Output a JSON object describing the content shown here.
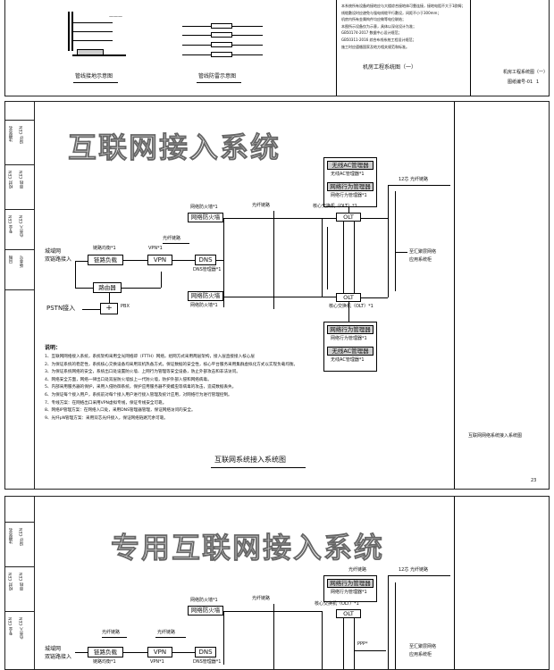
{
  "top_sheet": {
    "pipe_caption_1": "管线接地示意图",
    "pipe_caption_2": "管线防雷示意图",
    "mid_title": "机房工程系统图（一）",
    "right_label_1": "机房工程系统图（一）",
    "right_label_2": "图纸编号-01",
    "right_label_3": "1",
    "notes": [
      "本系统所有设备的接地应与大楼综合接地体可靠连接，接地电阻不大于1欧姆；",
      "线缆敷设时应避免与强电线缆平行敷设，间距不小于300mm；",
      "机房内所有金属构件均应做等电位联结；",
      "本图所示设备仅为示意，具体以深化设计为准；",
      "GB50174-2017 数据中心设计规范；",
      "GB50311-2016 综合布线系统工程设计规范；",
      "施工时应遵循国家及地方相关规范和标准。"
    ]
  },
  "sheet1": {
    "title_watermark": "互联网接入系统",
    "caption": "互联网系统接入系统图",
    "right_title": "互联网网络系统接入系统图",
    "sheet_no": "23",
    "boxes": {
      "router": "链路负载",
      "vpn": "VPN",
      "dns": "DNS",
      "fw_top": "网络防火墙",
      "fw_bottom": "网络防火墙",
      "switch": "路由器",
      "olt_top": "OLT",
      "olt_bottom": "OLT",
      "mgmt_top1": "无线AC管理器",
      "mgmt_top2": "网络行为管理器",
      "mgmt_bot1": "网络行为管理器",
      "mgmt_bot2": "无线AC管理器"
    },
    "labels": {
      "isp_in": "城域网\n双链路接入",
      "router_top": "链路均衡*1",
      "vpn_top": "VPN*1",
      "vpn_side": "光纤链路",
      "dns_bottom": "DNS管理器*1",
      "fw_top_label": "网络防火墙*1",
      "fw_bottom_label": "网络防火墙*1",
      "fiber_label": "光纤链路",
      "olt_top_label": "核心交换机（OLT）*1",
      "olt_bottom_label": "核心交换机（OLT）*1",
      "mgmt_top1_sub": "无线AC管理器*1",
      "mgmt_top2_sub": "网络行为管理器*1",
      "mgmt_bot1_sub": "网络行为管理器*1",
      "mgmt_bot2_sub": "无线AC管理器*1",
      "right_top": "12芯 光纤链路",
      "right_side": "至汇聚层网络\n应用系统柜",
      "pstn": "PSTN接入",
      "pstn_side": "PBX"
    },
    "notes_title": "说明：",
    "notes": [
      "1、互联网网络接入系统，系统架构采用全光网络即（FTTH）网络，组网方式采用两层架构，接入层直接接入核心层",
      "2、为保证系统的稳定性，系统核心交换设备均采用双机热备方式，保证数据的安全性，核心平台服务采用集群虚拟化方式以实现负载均衡。",
      "3、为保证系统网络的安全，系统出口处设置防火墙、上网行为管理等安全设备，防止外部攻击和非法访问。",
      "4、网络安全方面，网络一律出口处双层防火墙加上一代防火墙，防护外部入侵和网络病毒。",
      "5、内部采用服务器的保护，采用入侵防御系统，保护应用服务器不受蠕虫等病毒的攻击，造成数据丢失。",
      "6、为保证每个接入用户，系统前对每个接入用户进行接入管理及统计应用，对网络行为进行管理控制。",
      "7、专线方案：在网络出口采用VPN虚拟专线，保证专线安全可靠。",
      "8、网络IP管理方案：在网络入口处，采用DNS管理器管理，保证网络访问的安全。",
      "9、光纤pN管理方案：采用双芯光纤接入，保证网络链路冗余可靠。"
    ]
  },
  "sheet2": {
    "title_watermark": "专用互联网接入系统",
    "boxes": {
      "router": "链路负载",
      "vpn": "VPN",
      "dns": "DNS",
      "fw": "网络防火墙",
      "mgmt1": "网络行为管理器",
      "olt": "OLT"
    },
    "labels": {
      "isp_in": "城域网\n双链路接入",
      "router_top": "光纤链路",
      "router_bottom": "链路均衡*1",
      "vpn_top": "光纤链路",
      "vpn_bottom": "VPN*1",
      "dns_bottom": "DNS管理器*1",
      "fw_label": "网络防火墙*1",
      "fiber_label": "光纤链路",
      "mgmt1_sub": "网络行为管理器*1",
      "olt_label": "核心交换机（OLT）*1",
      "fiber_top": "光纤链路",
      "right_top": "12芯 光纤链路",
      "right_side": "至汇聚层网络\n应用系统柜",
      "mid_label": "PPP*"
    }
  },
  "side_strip": {
    "cells": [
      "注册签名",
      "设计 CEN",
      "校对 CEN",
      "审核 CEN",
      "专业 CEN",
      "负责人 CEN",
      "日期",
      "版本号"
    ]
  }
}
